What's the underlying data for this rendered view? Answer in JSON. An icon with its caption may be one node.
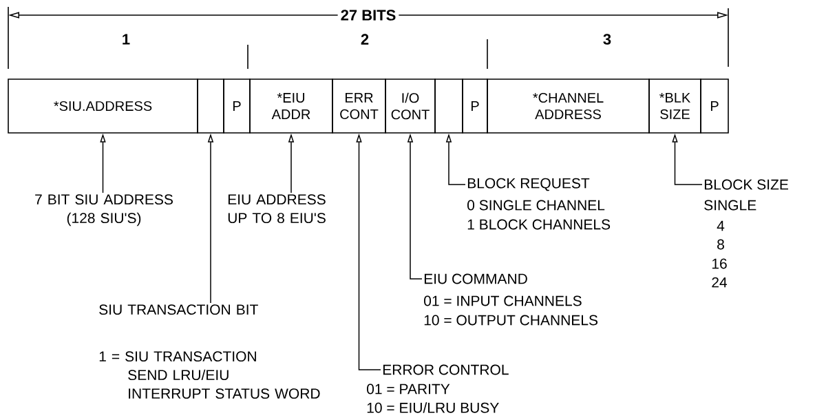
{
  "diagram": {
    "nodes": [
      {
        "text": [
          "*SIU.ADDRESS"
        ]
      },
      {
        "text": [],
        "shape": "box"
      },
      {
        "text": [
          "P"
        ]
      },
      {
        "text": [
          "*EIU ADDR"
        ]
      },
      {
        "text": [
          "ERR CONT"
        ]
      },
      {
        "text": [
          "I/O CONT"
        ]
      },
      {
        "text": [],
        "shape": "box"
      },
      {
        "text": [
          "P"
        ]
      },
      {
        "text": [
          "*CHANNEL ADDRESS"
        ]
      },
      {
        "text": [
          "*BLK SIZE"
        ]
      },
      {
        "text": [
          "P"
        ]
      },
      {
        "text": [
          "7 BIT SIU ADDRESS (128 SIU'S)"
        ]
      },
      {
        "text": [
          "SIU TRANSACTION BIT"
        ],
        "beside": [
          "1 = SIU TRANSACTION SEND LRU/EIU INTERRUPT STATUS WORD"
        ]
      },
      {
        "text": [
          "EIU ADDRESS UP TO 8 EIU'S"
        ]
      },
      {
        "text": [
          "ERROR CONTROL"
        ],
        "beside": [
          "01 = PARITY",
          "10 = EIU/LRU BUSY"
        ]
      },
      {
        "text": [
          "EIU COMMAND"
        ],
        "beside": [
          "01 = INPUT CHANNELS",
          "10 = OUTPUT CHANNELS"
        ]
      },
      {
        "text": [
          "BLOCK REQUEST"
        ],
        "beside": [
          "0  SINGLE CHANNEL",
          "1  BLOCK CHANNELS"
        ]
      },
      {
        "text": [
          "BLOCK SIZE"
        ],
        "beside": [
          "SINGLE",
          "4",
          "8",
          "16",
          "24"
        ]
      }
    ],
    "edges": [
      {
        "from": 11,
        "to": 0,
        "arrow": "to"
      },
      {
        "from": 12,
        "to": 1,
        "arrow": "to"
      },
      {
        "from": 13,
        "to": 3,
        "arrow": "to"
      },
      {
        "from": 14,
        "to": 4,
        "arrow": "to"
      },
      {
        "from": 15,
        "to": 5,
        "arrow": "to"
      },
      {
        "from": 16,
        "to": 6,
        "arrow": "to"
      },
      {
        "from": 17,
        "to": 9,
        "arrow": "to"
      }
    ],
    "labels": [
      "27 BITS",
      "1",
      "2",
      "3"
    ]
  }
}
